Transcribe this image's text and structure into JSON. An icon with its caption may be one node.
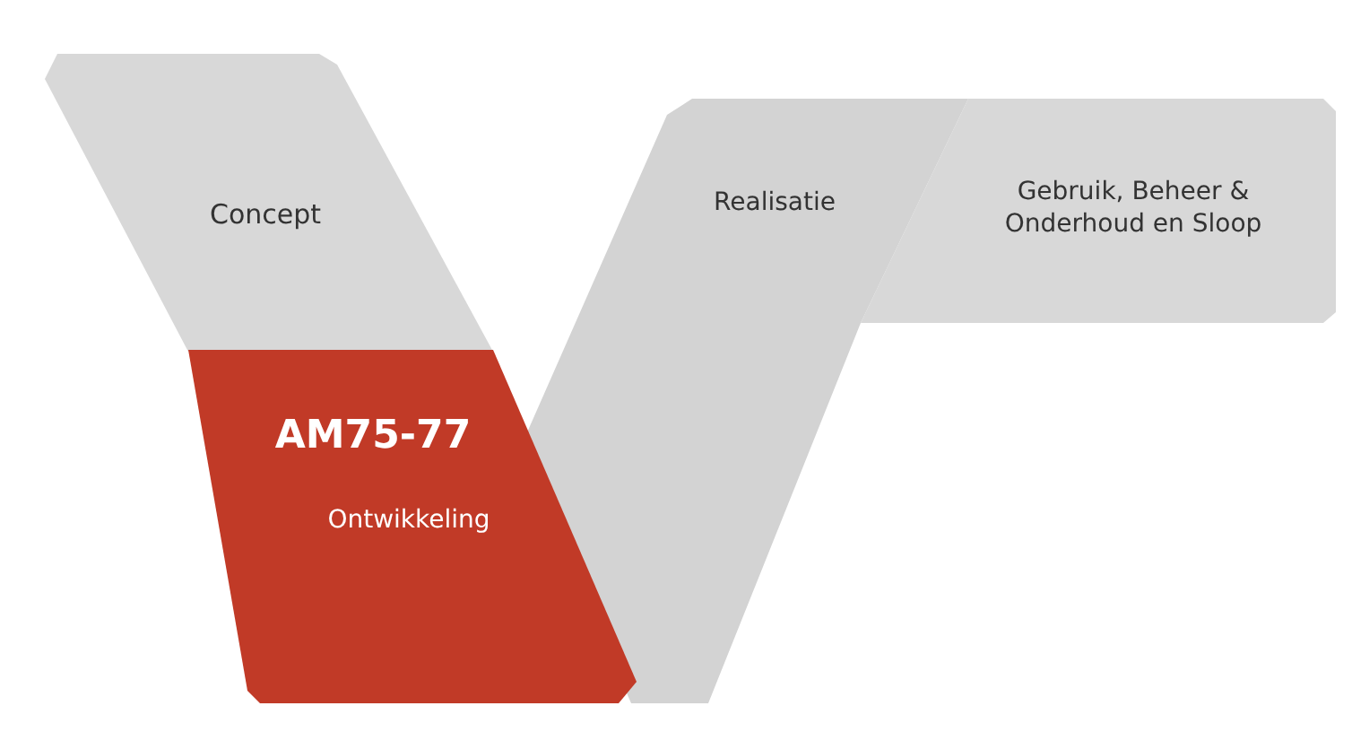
{
  "diagram": {
    "nodes": [
      {
        "text": [
          "Concept"
        ]
      },
      {
        "text": [
          "AM75-77",
          "Ontwikkeling"
        ]
      },
      {
        "text": [
          "Realisatie"
        ]
      },
      {
        "text": [
          "Gebruik, Beheer & Onderhoud en Sloop"
        ]
      }
    ]
  }
}
